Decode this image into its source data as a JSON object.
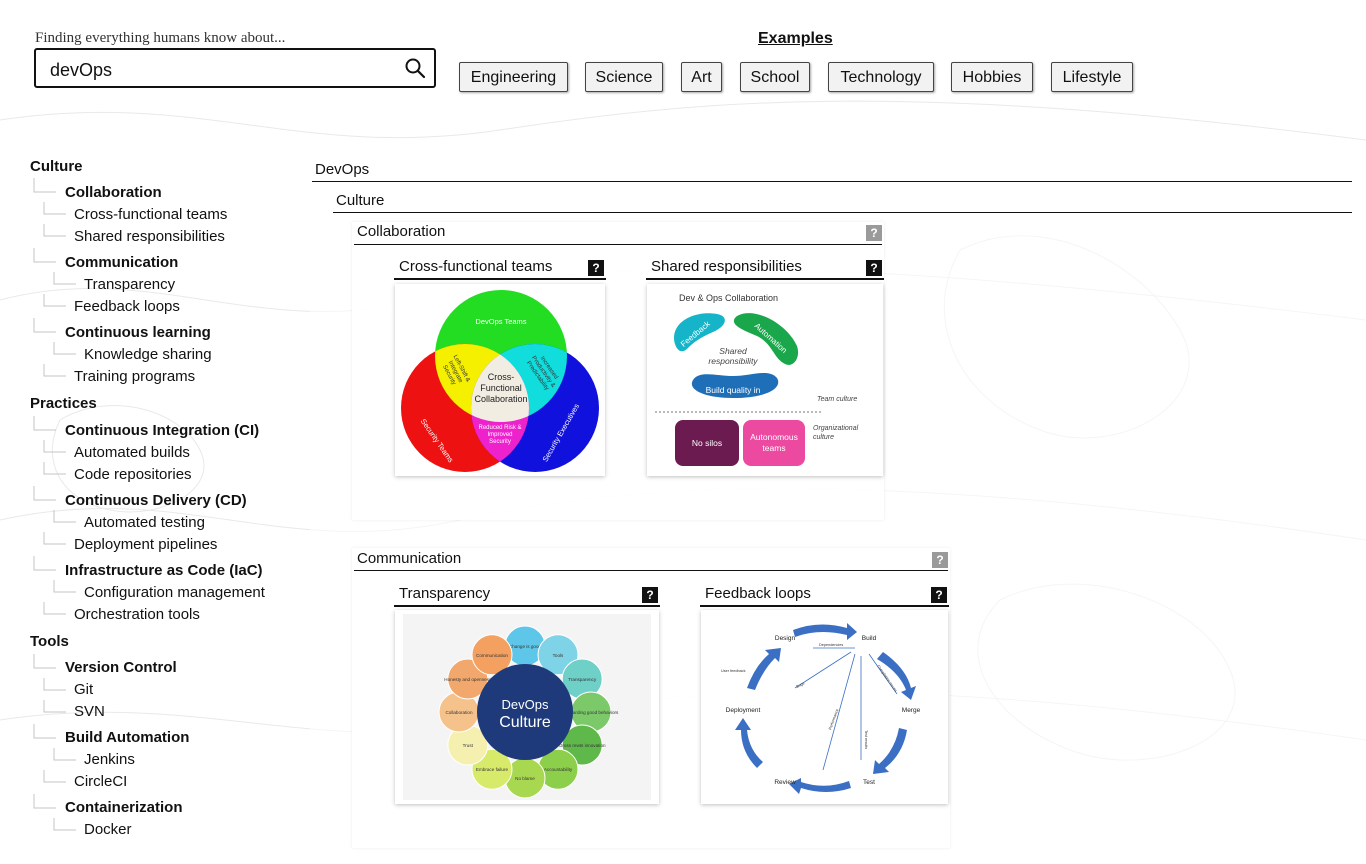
{
  "header": {
    "tagline": "Finding everything humans know about...",
    "search_value": "devOps",
    "examples_title": "Examples",
    "examples": [
      "Engineering",
      "Science",
      "Art",
      "School",
      "Technology",
      "Hobbies",
      "Lifestyle"
    ]
  },
  "sidebar": {
    "categories": [
      {
        "label": "Culture",
        "groups": [
          {
            "label": "Collaboration",
            "items": [
              "Cross-functional teams",
              "Shared responsibilities"
            ]
          },
          {
            "label": "Communication",
            "items": [
              "Transparency",
              "Feedback loops"
            ]
          },
          {
            "label": "Continuous learning",
            "items": [
              "Knowledge sharing",
              "Training programs"
            ]
          }
        ]
      },
      {
        "label": "Practices",
        "groups": [
          {
            "label": "Continuous Integration (CI)",
            "items": [
              "Automated builds",
              "Code repositories"
            ]
          },
          {
            "label": "Continuous Delivery (CD)",
            "items": [
              "Automated testing",
              "Deployment pipelines"
            ]
          },
          {
            "label": "Infrastructure as Code (IaC)",
            "items": [
              "Configuration management",
              "Orchestration tools"
            ]
          }
        ]
      },
      {
        "label": "Tools",
        "groups": [
          {
            "label": "Version Control",
            "items": [
              "Git",
              "SVN"
            ]
          },
          {
            "label": "Build Automation",
            "items": [
              "Jenkins",
              "CircleCI"
            ]
          },
          {
            "label": "Containerization",
            "items": [
              "Docker"
            ]
          }
        ]
      }
    ]
  },
  "main": {
    "root_heading": "DevOps",
    "sub_heading": "Culture",
    "help_glyph": "?",
    "sections": [
      {
        "label": "Collaboration",
        "cards": [
          {
            "title": "Cross-functional teams",
            "venn": {
              "top": "DevOps Teams",
              "left": "Security Teams",
              "right": "Security Executives",
              "center": [
                "Cross-",
                "Functional",
                "Collaboration"
              ],
              "left_overlap": [
                "Left-Shift &",
                "Integrate",
                "Security"
              ],
              "right_overlap": [
                "Increased",
                "Productivity &",
                "Predictability"
              ],
              "bottom_overlap": [
                "Reduced Risk &",
                "Improved",
                "Security"
              ]
            }
          },
          {
            "title": "Shared responsibilities",
            "diagram": {
              "title": "Dev & Ops Collaboration",
              "feedback": "Feedback",
              "automation": "Automation",
              "shared": [
                "Shared",
                "responsibility"
              ],
              "build": "Build quality in",
              "team_culture": "Team culture",
              "no_silos": "No silos",
              "autonomous": [
                "Autonomous",
                "teams"
              ],
              "org_culture": [
                "Organizational",
                "culture"
              ]
            }
          }
        ]
      },
      {
        "label": "Communication",
        "cards": [
          {
            "title": "Transparency",
            "wheel": {
              "center": [
                "DevOps",
                "Culture"
              ],
              "petals": [
                "Change is good",
                "Tools",
                "Transparency",
                "Rewarding good behaviors",
                "Gross rewts innovation",
                "Accountability",
                "No blame",
                "Embrace failure",
                "Trust",
                "Collaboration",
                "Honesty and openness",
                "Communication"
              ]
            }
          },
          {
            "title": "Feedback loops",
            "cycle": {
              "nodes": [
                "Design",
                "Build",
                "Merge",
                "Test",
                "Review",
                "Deployment"
              ],
              "notes": [
                "Dependencies",
                "Bugs",
                "User feedback",
                "Test results",
                "Compilation issues",
                "Performance"
              ]
            }
          }
        ]
      }
    ]
  },
  "colors": {
    "venn_top": "#22dd22",
    "venn_left": "#ee1111",
    "venn_right": "#1111dd",
    "cycle_arrow": "#3a6fc4",
    "wheel_center": "#1e3a7a"
  }
}
